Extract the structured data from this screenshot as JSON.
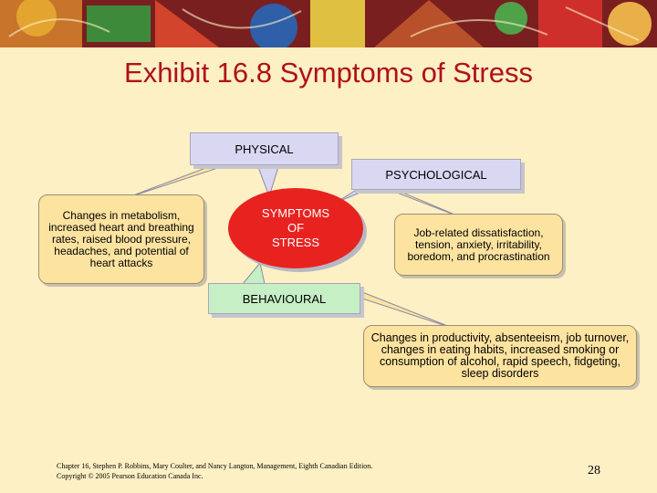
{
  "title": "Exhibit 16.8 Symptoms of Stress",
  "center": {
    "line1": "SYMPTOMS",
    "line2": "OF",
    "line3": "STRESS"
  },
  "physical": {
    "label": "PHYSICAL",
    "description": "Changes in metabolism, increased heart and breathing rates, raised blood pressure, headaches, and potential of heart attacks"
  },
  "psychological": {
    "label": "PSYCHOLOGICAL",
    "description": "Job-related dissatisfaction, tension, anxiety, irritability, boredom, and procrastination"
  },
  "behavioural": {
    "label": "BEHAVIOURAL",
    "description": "Changes in productivity, absenteeism, job turnover, changes in eating habits, increased smoking or consumption of alcohol, rapid speech, fidgeting, sleep disorders"
  },
  "footer": {
    "line1": "Chapter 16, Stephen P. Robbins, Mary Coulter, and Nancy Langton, Management, Eighth Canadian Edition.",
    "line2": "Copyright © 2005 Pearson Education Canada Inc."
  },
  "page_number": "28",
  "colors": {
    "background": "#fdf0c4",
    "title": "#b0101c",
    "center_fill": "#e8231f",
    "category_box": "#d9d7f1",
    "behavioural_box": "#c6efc6",
    "description_box": "#fde3a0"
  }
}
